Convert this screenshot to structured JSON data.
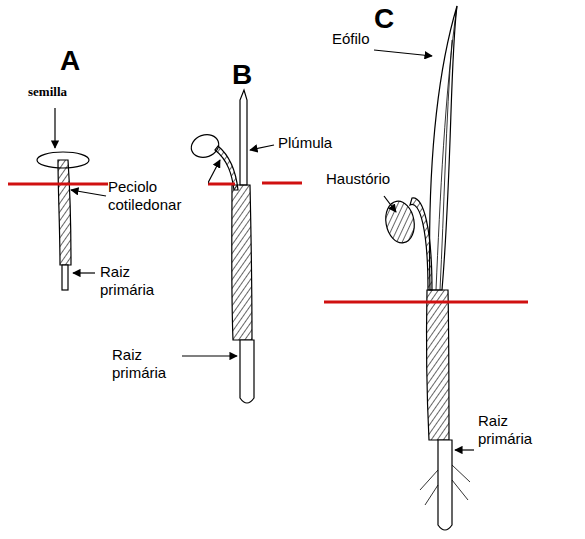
{
  "diagram": {
    "labels": [
      "A",
      "semilla",
      "Peciolo cotiledonar",
      "Raiz primária",
      "B",
      "Plúmula",
      "Raiz primária",
      "C",
      "Eófilo",
      "Haustório",
      "Raiz primária"
    ]
  }
}
